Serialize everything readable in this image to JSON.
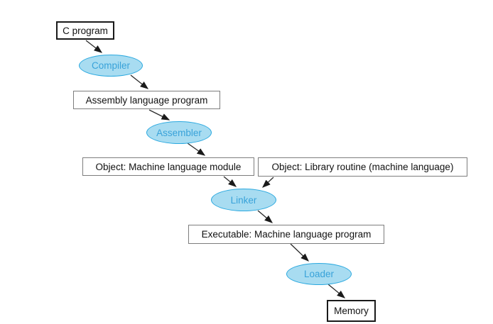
{
  "colors": {
    "bg": "#ffffff",
    "text": "#111111",
    "box_border": "#7d7d7d",
    "strong_border": "#1a1a1a",
    "ellipse_fill": "#a8dcf1",
    "ellipse_stroke": "#29a8df",
    "ellipse_text": "#38a2d9",
    "arrow": "#2a2a2a"
  },
  "nodes": {
    "c_program": {
      "label": "C program",
      "shape": "box"
    },
    "compiler": {
      "label": "Compiler",
      "shape": "ellipse"
    },
    "assembly": {
      "label": "Assembly language program",
      "shape": "box"
    },
    "assembler": {
      "label": "Assembler",
      "shape": "ellipse"
    },
    "object_module": {
      "label": "Object: Machine language module",
      "shape": "box"
    },
    "object_library": {
      "label": "Object: Library routine (machine language)",
      "shape": "box"
    },
    "linker": {
      "label": "Linker",
      "shape": "ellipse"
    },
    "executable": {
      "label": "Executable: Machine language program",
      "shape": "box"
    },
    "loader": {
      "label": "Loader",
      "shape": "ellipse"
    },
    "memory": {
      "label": "Memory",
      "shape": "box"
    }
  },
  "edges": [
    {
      "from": "C program",
      "to": "Compiler"
    },
    {
      "from": "Compiler",
      "to": "Assembly language program"
    },
    {
      "from": "Assembly language program",
      "to": "Assembler"
    },
    {
      "from": "Assembler",
      "to": "Object: Machine language module"
    },
    {
      "from": "Object: Machine language module",
      "to": "Linker"
    },
    {
      "from": "Object: Library routine (machine language)",
      "to": "Linker"
    },
    {
      "from": "Linker",
      "to": "Executable: Machine language program"
    },
    {
      "from": "Executable: Machine language program",
      "to": "Loader"
    },
    {
      "from": "Loader",
      "to": "Memory"
    }
  ]
}
